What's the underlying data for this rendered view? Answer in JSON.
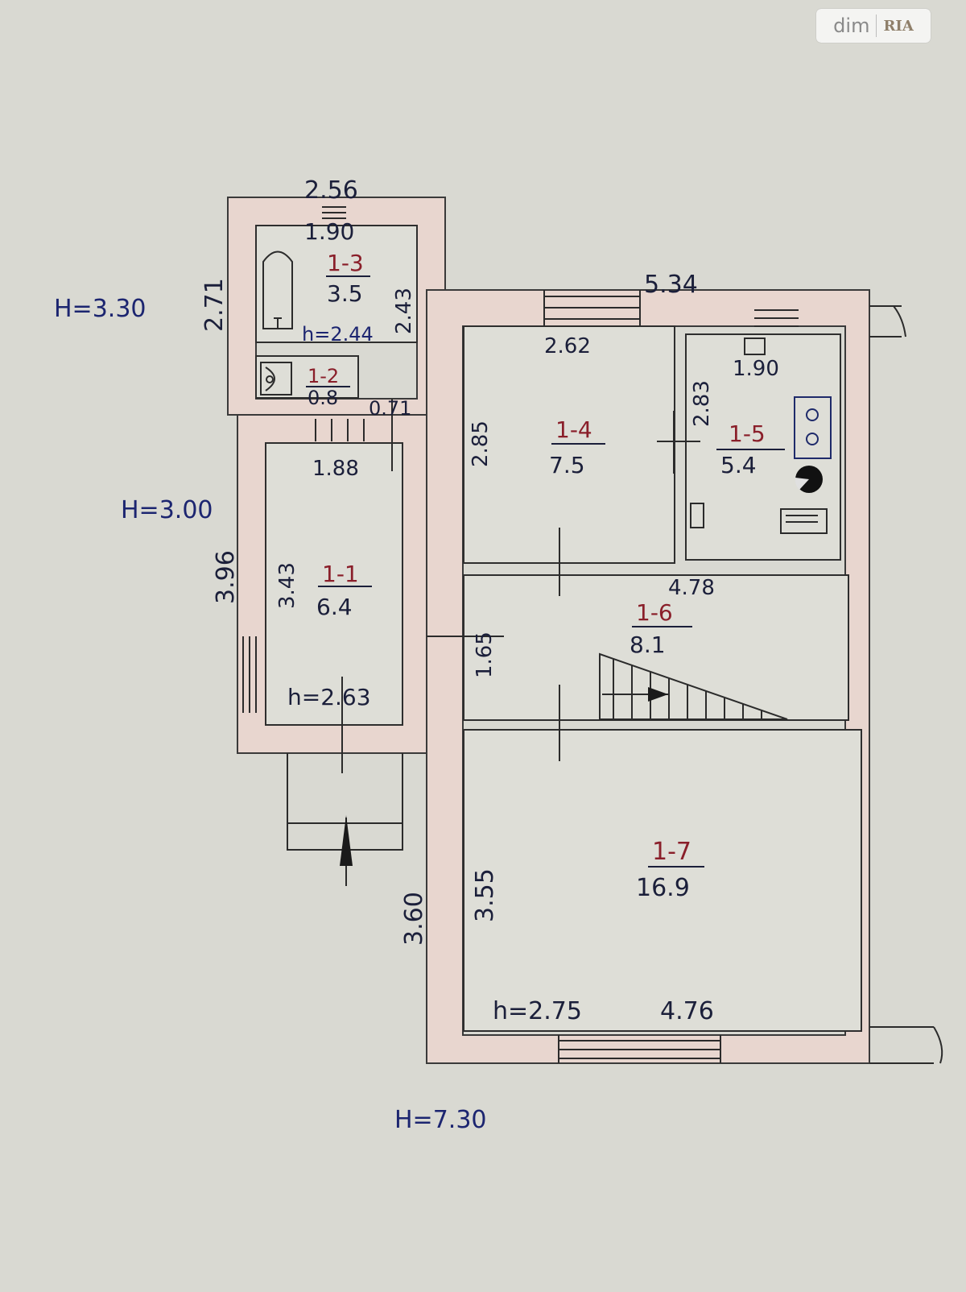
{
  "watermark": {
    "text": "dim",
    "logo": "RIA"
  },
  "heights": {
    "h_block_top": "H=3.30",
    "h_block_mid": "H=3.00",
    "h_block_main": "H=7.30"
  },
  "outer_dimensions": {
    "top_small": "2.56",
    "top_main": "5.34",
    "left_small": "2.71",
    "left_mid": "3.96",
    "left_main": "3.60"
  },
  "rooms": [
    {
      "id": "1-3",
      "area": "3.5",
      "width": "1.90",
      "height_side": "2.43",
      "ceiling": "h=2.44"
    },
    {
      "id": "1-2",
      "area": "0.8",
      "width": "0.71"
    },
    {
      "id": "1-1",
      "area": "6.4",
      "width": "1.88",
      "height_side": "3.43",
      "ceiling": "h=2.63"
    },
    {
      "id": "1-4",
      "area": "7.5",
      "width": "2.62",
      "height_side": "2.85"
    },
    {
      "id": "1-5",
      "area": "5.4",
      "width": "1.90",
      "height_side": "2.83"
    },
    {
      "id": "1-6",
      "area": "8.1",
      "width": "4.78",
      "height_side": "1.65"
    },
    {
      "id": "1-7",
      "area": "16.9",
      "width": "4.76",
      "height_side": "3.55",
      "ceiling": "h=2.75"
    }
  ]
}
